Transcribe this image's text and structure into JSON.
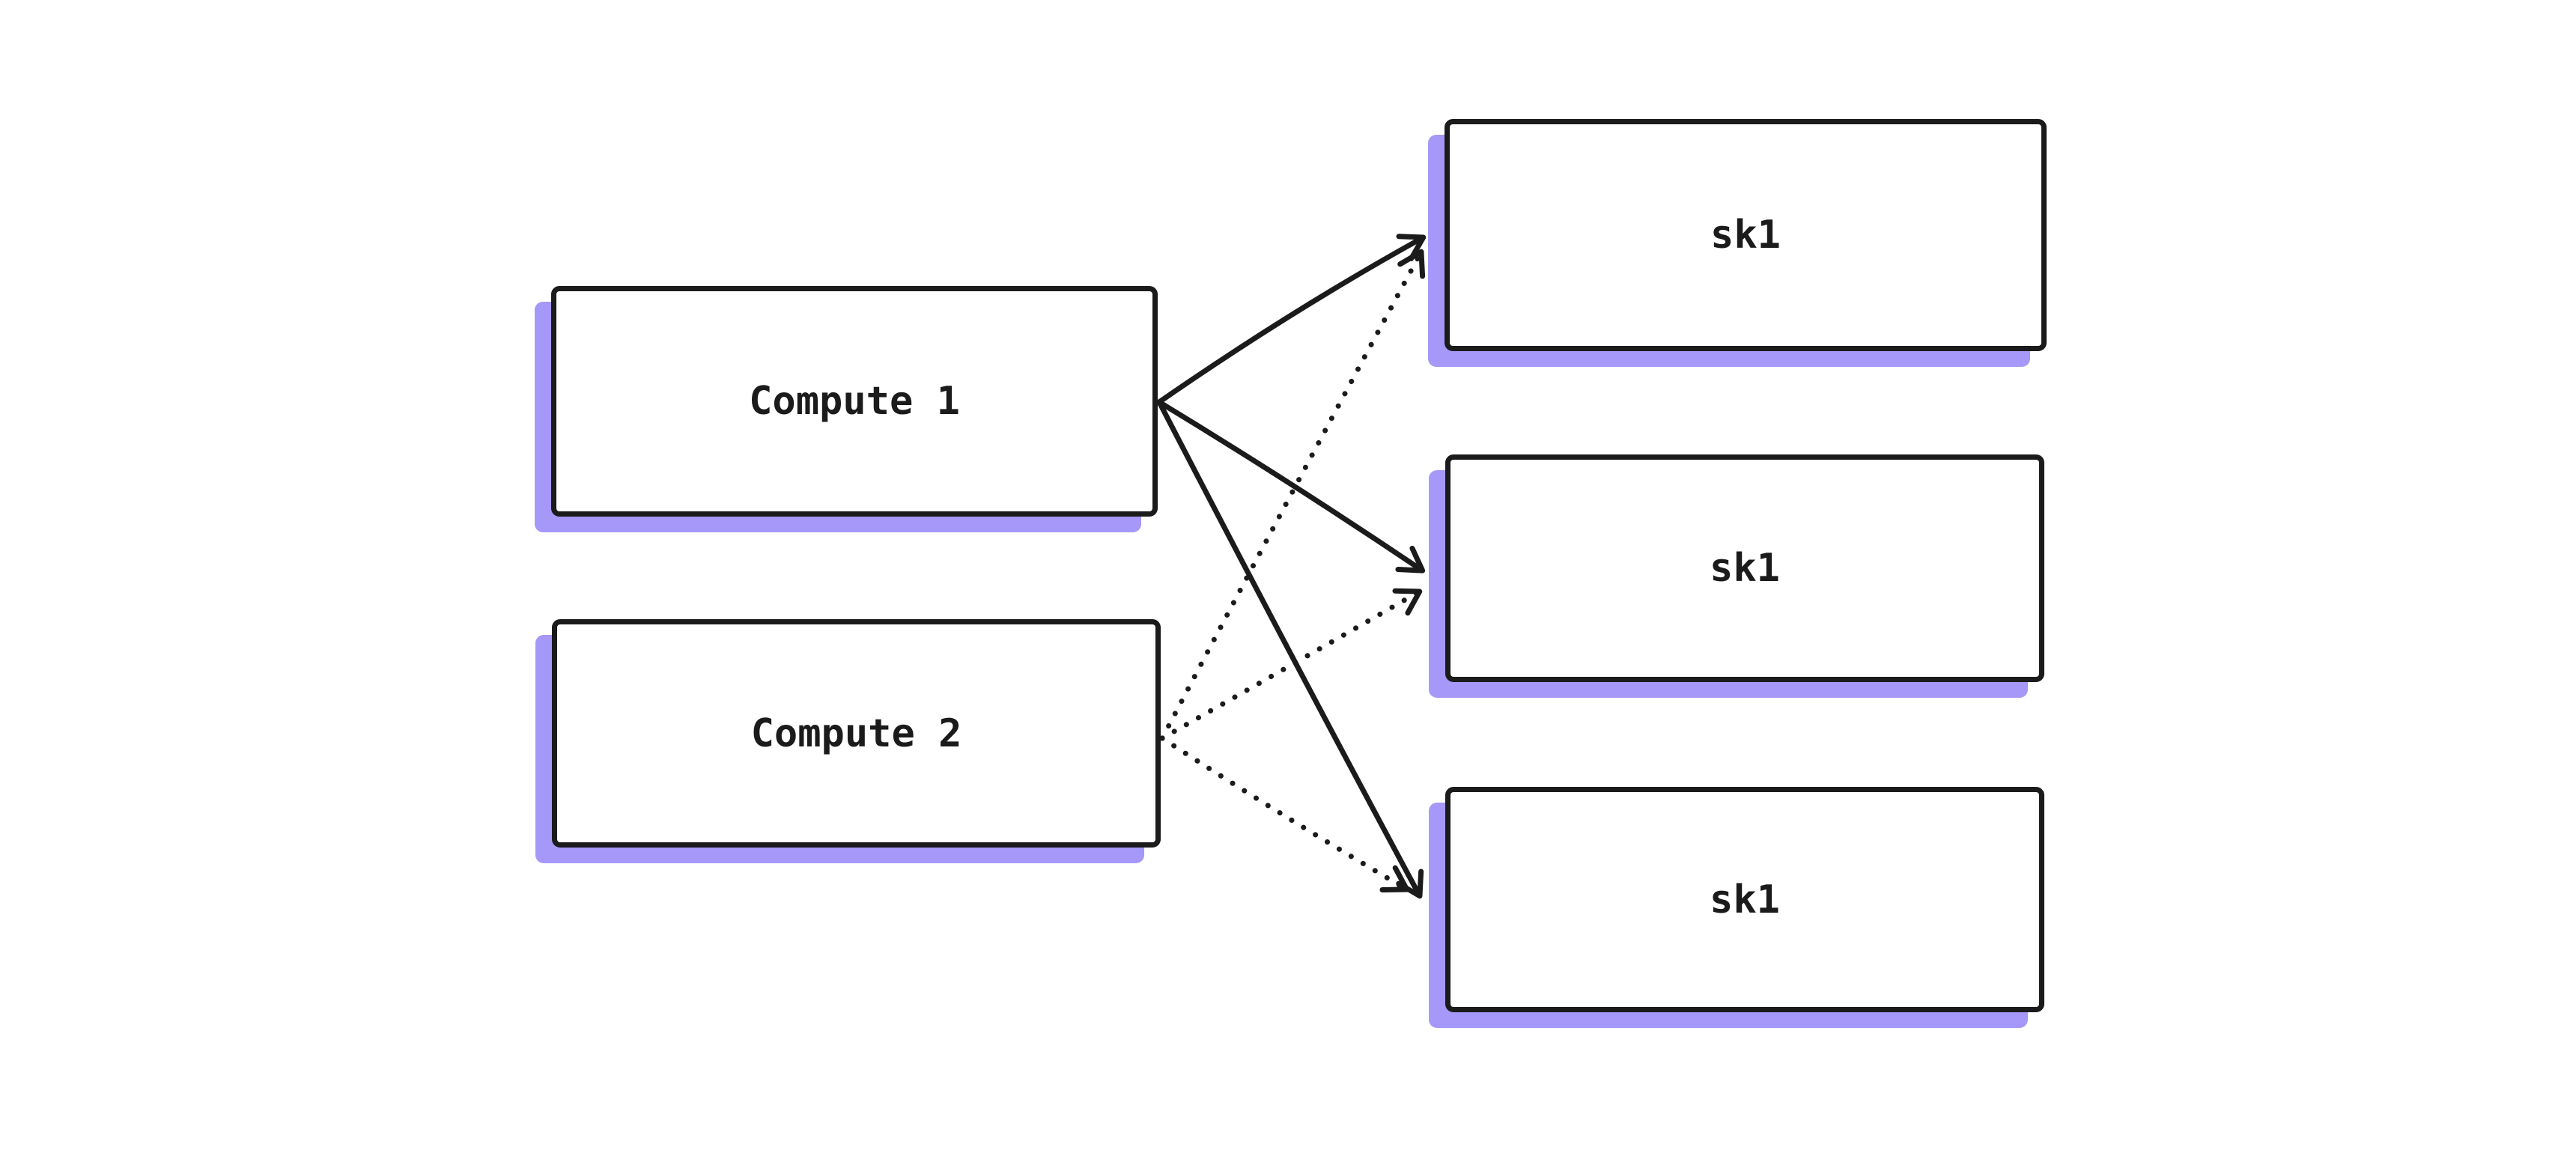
{
  "diagram": {
    "background_color": "#ffffff",
    "stroke_color": "#1b1b1b",
    "shadow_color": "#a698f8",
    "node_fill_color": "#ffffff",
    "nodes": [
      {
        "id": "compute-1",
        "label": "Compute 1",
        "shape": "rectangle"
      },
      {
        "id": "compute-2",
        "label": "Compute 2",
        "shape": "rectangle"
      },
      {
        "id": "sk1-top",
        "label": "sk1",
        "shape": "rectangle"
      },
      {
        "id": "sk1-middle",
        "label": "sk1",
        "shape": "rectangle"
      },
      {
        "id": "sk1-bottom",
        "label": "sk1",
        "shape": "rectangle"
      }
    ],
    "edges": [
      {
        "from": "compute-1",
        "to": "sk1-top",
        "line": "solid",
        "arrowhead": "open-v"
      },
      {
        "from": "compute-1",
        "to": "sk1-middle",
        "line": "solid",
        "arrowhead": "open-v"
      },
      {
        "from": "compute-1",
        "to": "sk1-bottom",
        "line": "solid",
        "arrowhead": "open-v"
      },
      {
        "from": "compute-2",
        "to": "sk1-top",
        "line": "dotted",
        "arrowhead": "open-v"
      },
      {
        "from": "compute-2",
        "to": "sk1-middle",
        "line": "dotted",
        "arrowhead": "open-v"
      },
      {
        "from": "compute-2",
        "to": "sk1-bottom",
        "line": "dotted",
        "arrowhead": "open-v"
      }
    ]
  }
}
